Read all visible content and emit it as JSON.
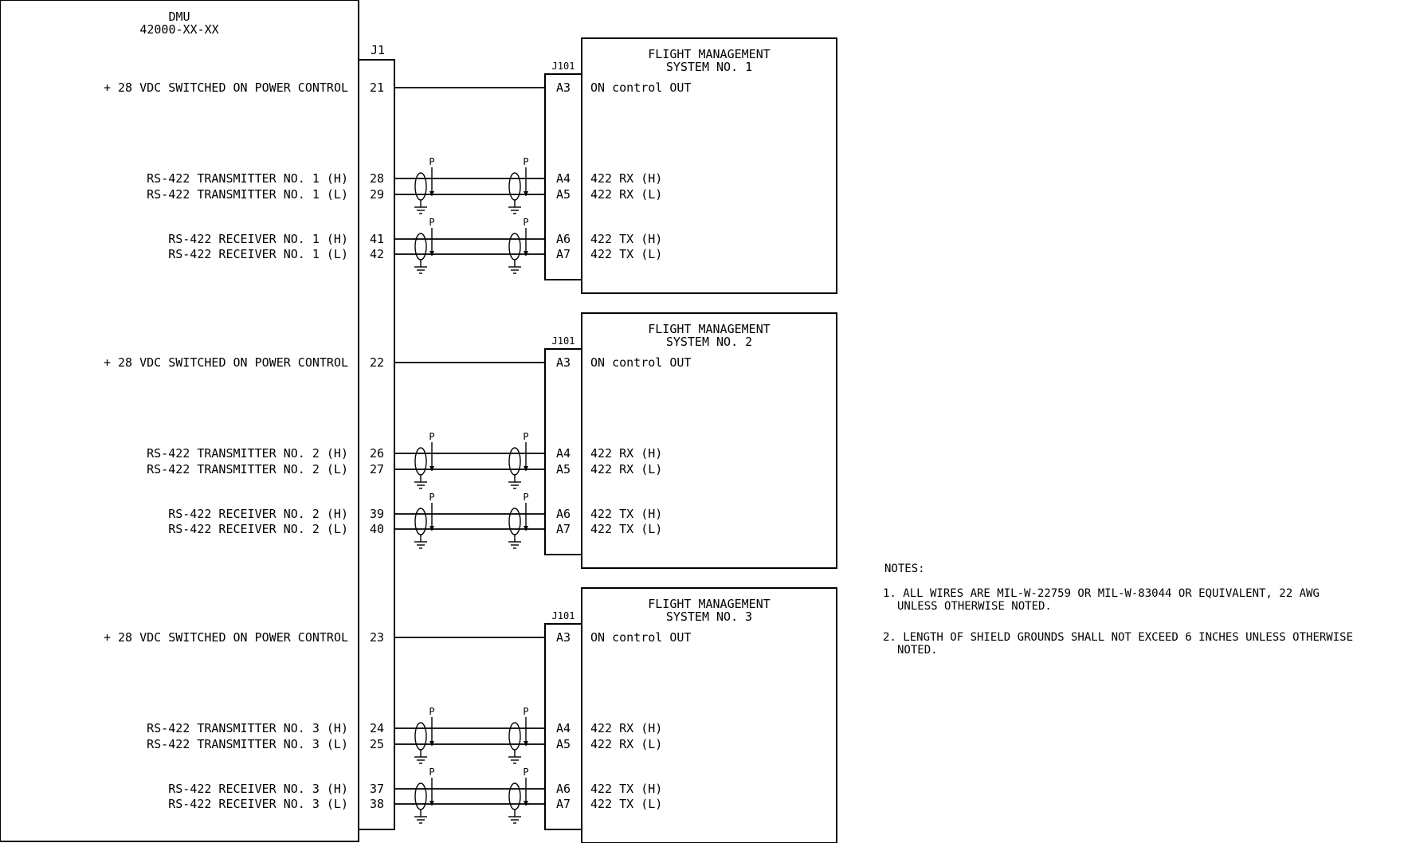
{
  "dmu": {
    "title": "DMU",
    "part_number": "42000-XX-XX",
    "connector": "J1"
  },
  "systems": [
    {
      "title_line1": "FLIGHT MANAGEMENT",
      "title_line2": "SYSTEM NO. 1",
      "connector": "J101",
      "signals": [
        {
          "dmu_label": "+ 28 VDC SWITCHED ON POWER CONTROL",
          "j1_pin": "21",
          "j101_pin": "A3",
          "fms_label": "ON control OUT",
          "shielded": false
        },
        {
          "dmu_label": "RS-422 TRANSMITTER NO. 1 (H)",
          "j1_pin": "28",
          "j101_pin": "A4",
          "fms_label": "422 RX (H)",
          "shielded": true
        },
        {
          "dmu_label": "RS-422 TRANSMITTER NO. 1 (L)",
          "j1_pin": "29",
          "j101_pin": "A5",
          "fms_label": "422 RX (L)",
          "shielded": true
        },
        {
          "dmu_label": "RS-422 RECEIVER NO. 1 (H)",
          "j1_pin": "41",
          "j101_pin": "A6",
          "fms_label": "422 TX (H)",
          "shielded": true
        },
        {
          "dmu_label": "RS-422 RECEIVER NO. 1 (L)",
          "j1_pin": "42",
          "j101_pin": "A7",
          "fms_label": "422 TX (L)",
          "shielded": true
        }
      ]
    },
    {
      "title_line1": "FLIGHT MANAGEMENT",
      "title_line2": "SYSTEM NO. 2",
      "connector": "J101",
      "signals": [
        {
          "dmu_label": "+ 28 VDC SWITCHED ON POWER CONTROL",
          "j1_pin": "22",
          "j101_pin": "A3",
          "fms_label": "ON control OUT",
          "shielded": false
        },
        {
          "dmu_label": "RS-422 TRANSMITTER NO. 2 (H)",
          "j1_pin": "26",
          "j101_pin": "A4",
          "fms_label": "422 RX (H)",
          "shielded": true
        },
        {
          "dmu_label": "RS-422 TRANSMITTER NO. 2 (L)",
          "j1_pin": "27",
          "j101_pin": "A5",
          "fms_label": "422 RX (L)",
          "shielded": true
        },
        {
          "dmu_label": "RS-422 RECEIVER NO. 2 (H)",
          "j1_pin": "39",
          "j101_pin": "A6",
          "fms_label": "422 TX (H)",
          "shielded": true
        },
        {
          "dmu_label": "RS-422 RECEIVER NO. 2 (L)",
          "j1_pin": "40",
          "j101_pin": "A7",
          "fms_label": "422 TX (L)",
          "shielded": true
        }
      ]
    },
    {
      "title_line1": "FLIGHT MANAGEMENT",
      "title_line2": "SYSTEM NO. 3",
      "connector": "J101",
      "signals": [
        {
          "dmu_label": "+ 28 VDC SWITCHED ON POWER CONTROL",
          "j1_pin": "23",
          "j101_pin": "A3",
          "fms_label": "ON control OUT",
          "shielded": false
        },
        {
          "dmu_label": "RS-422 TRANSMITTER NO. 3 (H)",
          "j1_pin": "24",
          "j101_pin": "A4",
          "fms_label": "422 RX (H)",
          "shielded": true
        },
        {
          "dmu_label": "RS-422 TRANSMITTER NO. 3 (L)",
          "j1_pin": "25",
          "j101_pin": "A5",
          "fms_label": "422 RX (L)",
          "shielded": true
        },
        {
          "dmu_label": "RS-422 RECEIVER NO. 3 (H)",
          "j1_pin": "37",
          "j101_pin": "A6",
          "fms_label": "422 TX (H)",
          "shielded": true
        },
        {
          "dmu_label": "RS-422 RECEIVER NO. 3 (L)",
          "j1_pin": "38",
          "j101_pin": "A7",
          "fms_label": "422 TX (L)",
          "shielded": true
        }
      ]
    }
  ],
  "shield_marker": "P",
  "notes": {
    "heading": "NOTES:",
    "items": [
      {
        "line1": "1. ALL WIRES ARE MIL-W-22759 OR MIL-W-83044 OR EQUIVALENT, 22 AWG",
        "line2": "UNLESS OTHERWISE NOTED."
      },
      {
        "line1": "2. LENGTH OF SHIELD GROUNDS SHALL NOT EXCEED 6 INCHES UNLESS OTHERWISE",
        "line2": "NOTED."
      }
    ]
  }
}
